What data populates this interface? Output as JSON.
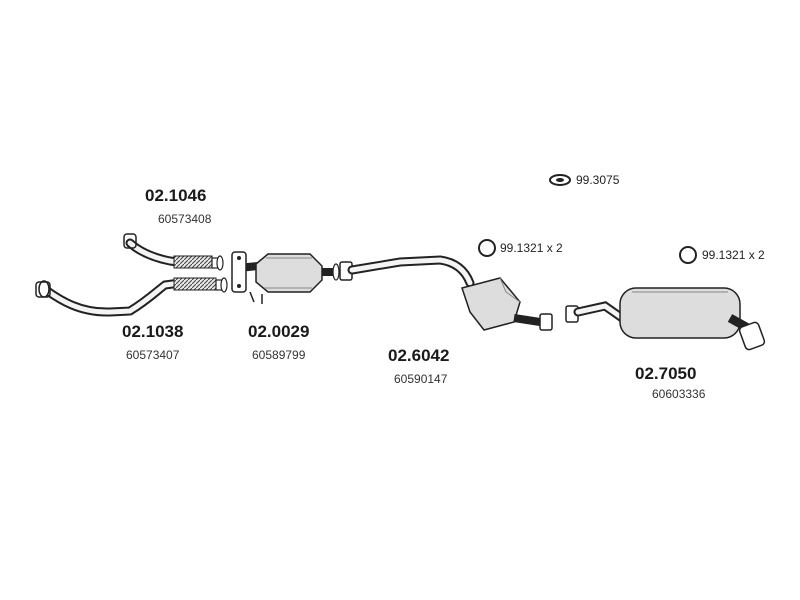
{
  "parts": {
    "front_pipe_upper": {
      "code": "02.1046",
      "oem": "60573408"
    },
    "front_pipe_lower": {
      "code": "02.1038",
      "oem": "60573407"
    },
    "catalyst": {
      "code": "02.0029",
      "oem": "60589799"
    },
    "middle_silencer": {
      "code": "02.6042",
      "oem": "60590147"
    },
    "rear_silencer": {
      "code": "02.7050",
      "oem": "60603336"
    }
  },
  "accessories": {
    "gasket_center": "99.1321 x 2",
    "gasket_right": "99.1321 x 2",
    "hanger": "99.3075"
  },
  "colors": {
    "line": "#222222",
    "fill": "#dddddd",
    "text": "#1a1a1a"
  }
}
